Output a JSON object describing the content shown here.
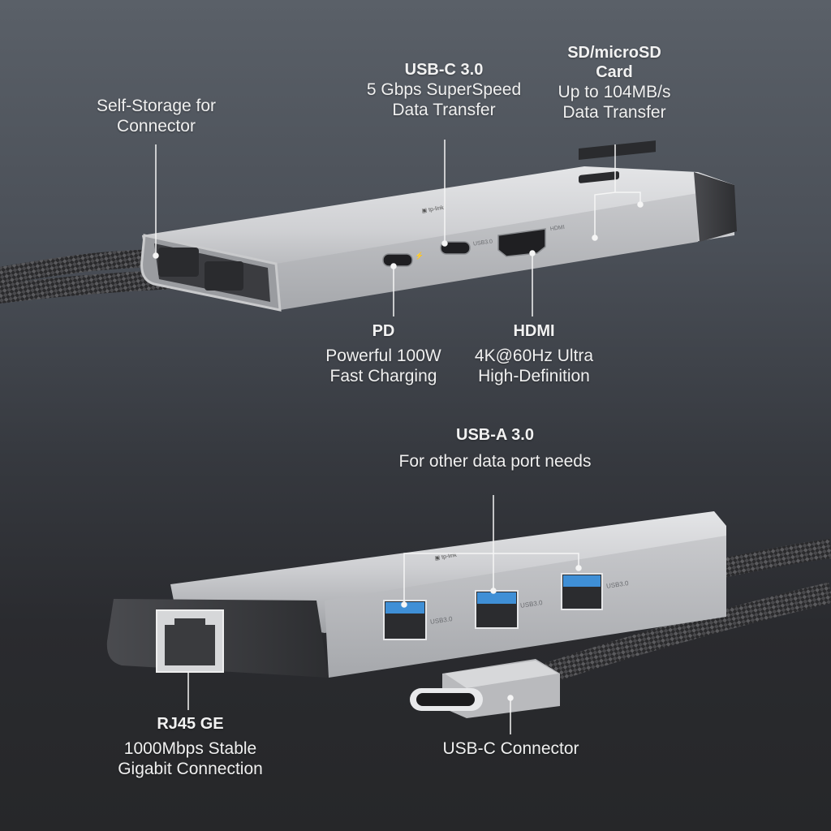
{
  "colors": {
    "background_top": "#5a6068",
    "background_bottom": "#262729",
    "hub_aluminum": "#c9cacc",
    "hub_endcap": "#3a3b3e",
    "usb_a_blue": "#3f8fd6",
    "text": "#f2f2f2",
    "leader_line": "#f5f5f5"
  },
  "top_hub": {
    "callouts": {
      "self_storage": {
        "title": "",
        "desc": [
          "Self-Storage for",
          "Connector"
        ]
      },
      "usbc_30": {
        "title": "USB-C 3.0",
        "desc": [
          "5 Gbps SuperSpeed",
          "Data Transfer"
        ]
      },
      "sd_card": {
        "title": "SD/microSD",
        "title2": "Card",
        "desc": [
          "Up to 104MB/s",
          "Data Transfer"
        ]
      },
      "pd": {
        "title": "PD",
        "desc": [
          "Powerful 100W",
          "Fast Charging"
        ]
      },
      "hdmi": {
        "title": "HDMI",
        "desc": [
          "4K@60Hz Ultra",
          "High-Definition"
        ]
      }
    },
    "port_markings": {
      "usbc": "USB3.0",
      "hdmi": "HDMI",
      "pd_symbol": "⚡"
    }
  },
  "bottom_hub": {
    "callouts": {
      "usba_30": {
        "title": "USB-A 3.0",
        "desc": [
          "For other data port needs"
        ]
      },
      "rj45": {
        "title": "RJ45 GE",
        "desc": [
          "1000Mbps Stable",
          "Gigabit Connection"
        ]
      },
      "usbc_connector": {
        "title": "",
        "desc": [
          "USB-C Connector"
        ]
      }
    },
    "port_markings": {
      "usba_1": "USB3.0",
      "usba_2": "USB3.0",
      "usba_3": "USB3.0"
    }
  }
}
